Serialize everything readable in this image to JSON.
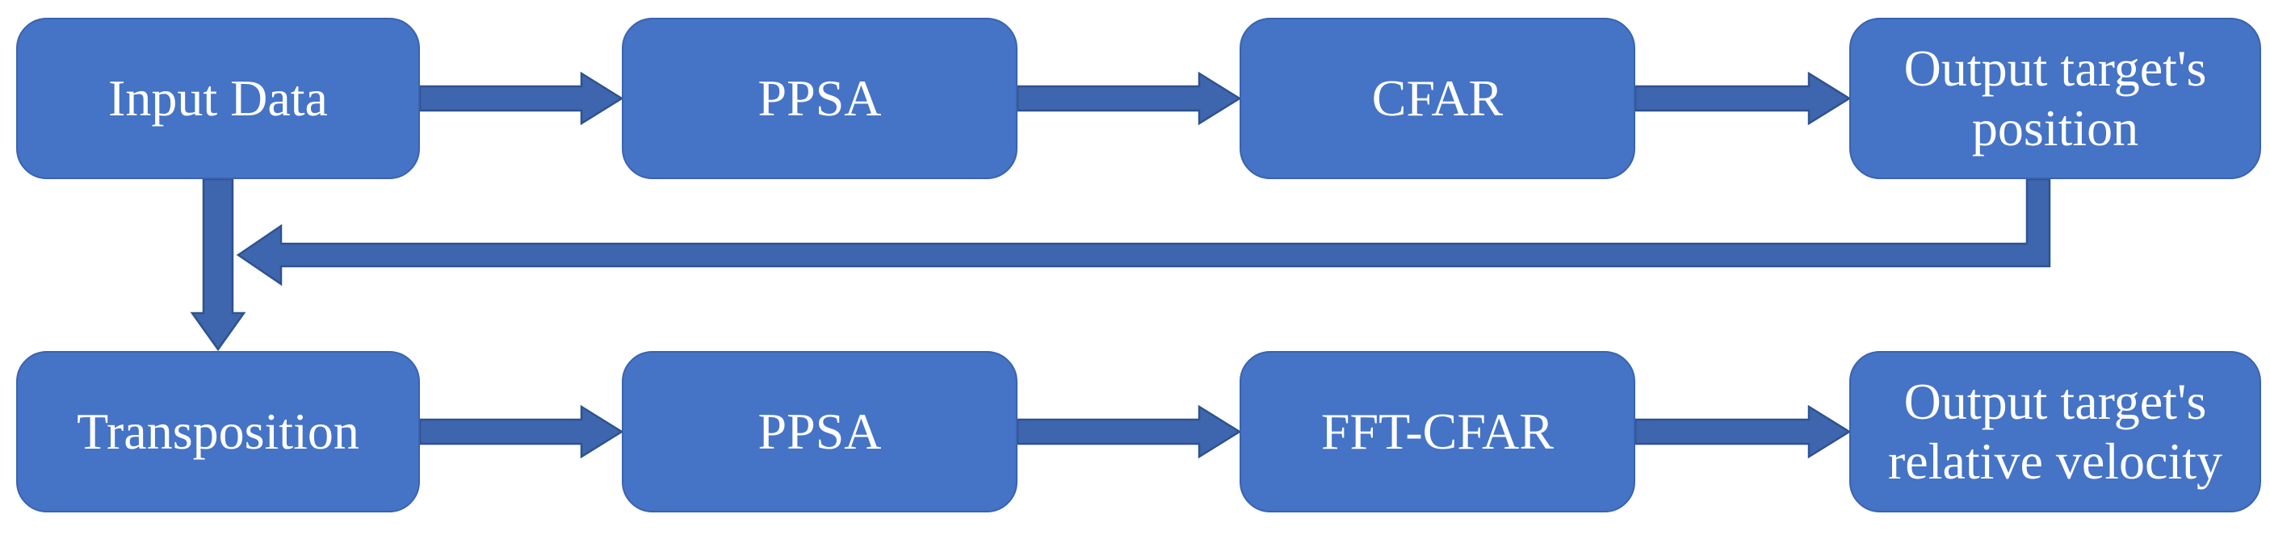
{
  "diagram": {
    "type": "flowchart"
  },
  "nodes": {
    "input_data": {
      "label": "Input Data"
    },
    "ppsa_1": {
      "label": "PPSA"
    },
    "cfar": {
      "label": "CFAR"
    },
    "output_position": {
      "label": "Output target's position"
    },
    "transposition": {
      "label": "Transposition"
    },
    "ppsa_2": {
      "label": "PPSA"
    },
    "fft_cfar": {
      "label": "FFT-CFAR"
    },
    "output_velocity": {
      "label": "Output target's relative velocity"
    }
  },
  "edges": [
    {
      "from": "input_data",
      "to": "ppsa_1",
      "style": "straight-right"
    },
    {
      "from": "ppsa_1",
      "to": "cfar",
      "style": "straight-right"
    },
    {
      "from": "cfar",
      "to": "output_position",
      "style": "straight-right"
    },
    {
      "from": "input_data",
      "to": "transposition",
      "style": "straight-down"
    },
    {
      "from": "output_position",
      "to": "transposition",
      "style": "elbow-feedback-left"
    },
    {
      "from": "transposition",
      "to": "ppsa_2",
      "style": "straight-right"
    },
    {
      "from": "ppsa_2",
      "to": "fft_cfar",
      "style": "straight-right"
    },
    {
      "from": "fft_cfar",
      "to": "output_velocity",
      "style": "straight-right"
    }
  ],
  "colors": {
    "background": "#FFFFFF",
    "box_fill": "#4573C5",
    "box_border": "#3A63AE",
    "arrow_fill": "#3E66AF",
    "arrow_border": "#2F528F",
    "text": "#FFFFFF"
  }
}
